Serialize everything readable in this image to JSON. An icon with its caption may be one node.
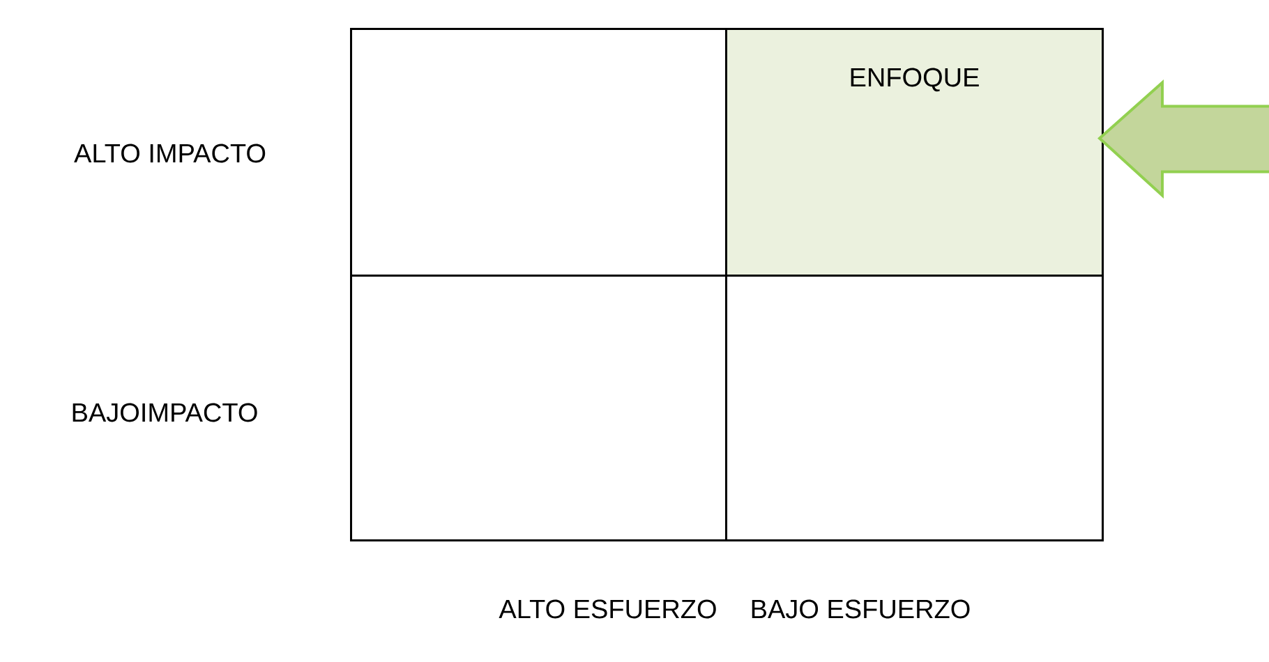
{
  "diagram": {
    "nodes": [
      {
        "text": [],
        "shape": "box"
      },
      {
        "text": [
          "ENFOQUE"
        ]
      },
      {
        "text": [],
        "shape": "box"
      },
      {
        "text": [],
        "shape": "box"
      }
    ],
    "edges": [
      {
        "from": null,
        "to": 1,
        "arrow": "to"
      }
    ],
    "labels": [
      "ALTO IMPACTO",
      "BAJOIMPACTO",
      "ALTO ESFUERZO",
      "BAJO ESFUERZO"
    ]
  }
}
